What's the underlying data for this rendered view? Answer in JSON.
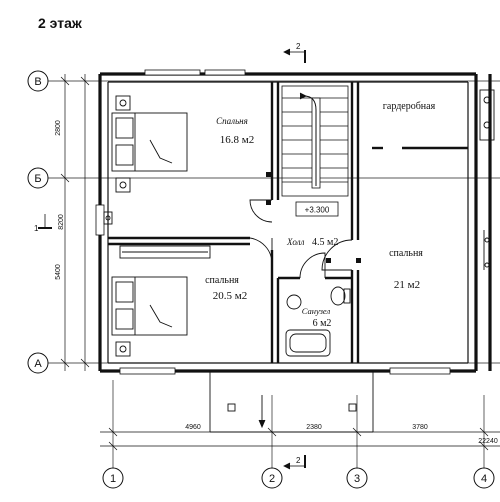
{
  "title": "2 этаж",
  "axes": {
    "rows": [
      "В",
      "Б",
      "А"
    ],
    "cols": [
      "1",
      "2",
      "3",
      "4"
    ]
  },
  "section_marks": {
    "top": "2",
    "bottom": "2",
    "left": "1"
  },
  "rooms": [
    {
      "id": "bedroom_1",
      "name": "Спальня",
      "area": "16.8 м2"
    },
    {
      "id": "bedroom_2",
      "name": "спальня",
      "area": "20.5 м2"
    },
    {
      "id": "bedroom_3",
      "name": "спальня",
      "area": "21 м2"
    },
    {
      "id": "wardrobe",
      "name": "гардеробная"
    },
    {
      "id": "hall",
      "name": "Холл",
      "area": "4.5 м2"
    },
    {
      "id": "bathroom",
      "name": "Санузел",
      "area": "6 м2"
    }
  ],
  "level_mark": "+3.300",
  "dimensions": {
    "left_upper": "2800",
    "left_total": "8200",
    "left_lower": "5400",
    "bottom": [
      "4960",
      "2380",
      "3780",
      "22240"
    ]
  }
}
